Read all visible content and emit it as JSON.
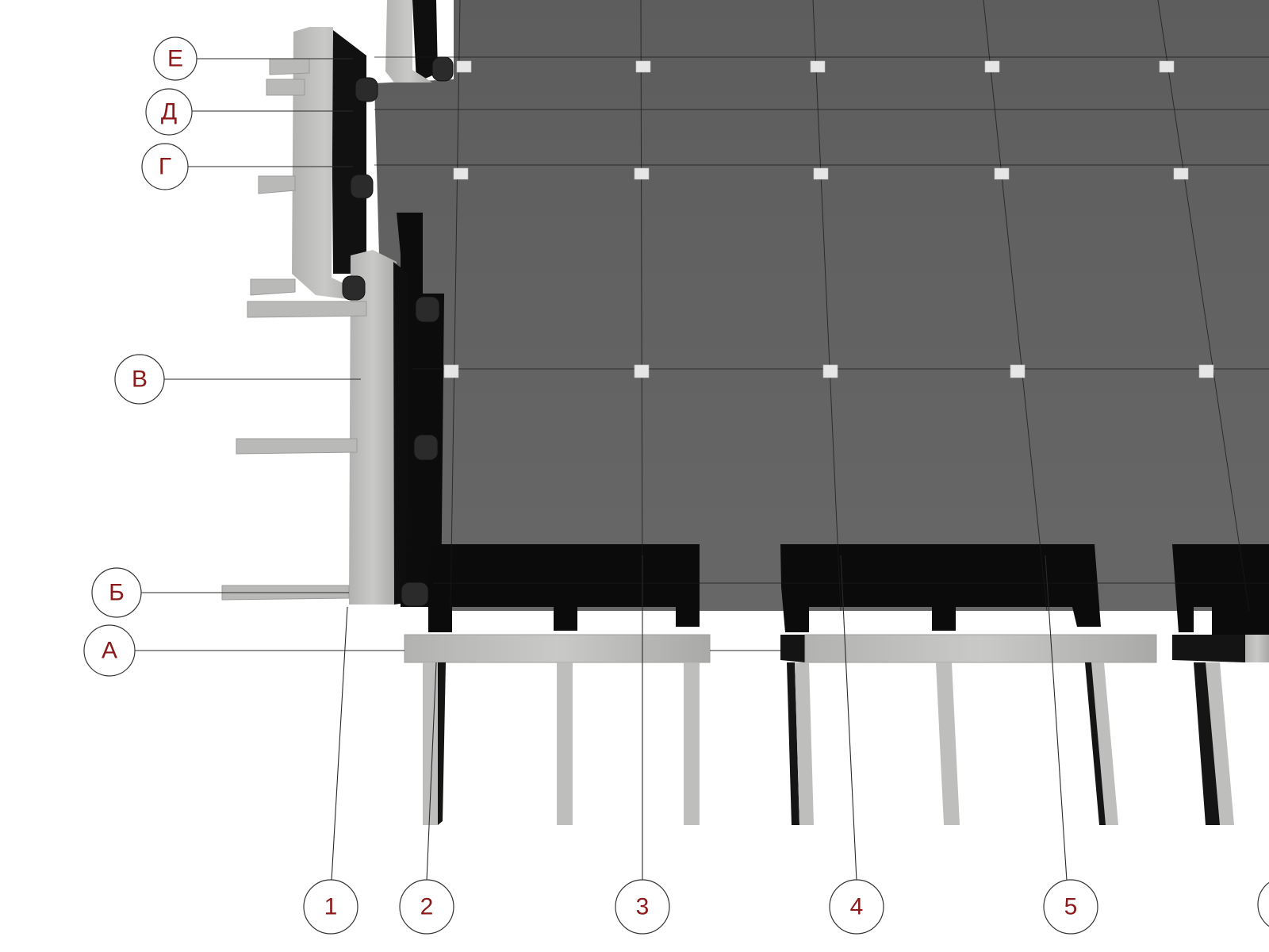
{
  "diagram": {
    "colors": {
      "slab": "#636363",
      "beam": "#0c0c0c",
      "concrete": "#bdbdbb",
      "concrete_dark": "#8f8f8d",
      "label_text": "#8b1a1a",
      "node_marker": "#e4e4e4"
    },
    "row_axes": [
      {
        "label": "Е"
      },
      {
        "label": "Д"
      },
      {
        "label": "Г"
      },
      {
        "label": "В"
      },
      {
        "label": "Б"
      },
      {
        "label": "А"
      }
    ],
    "column_axes": [
      {
        "label": "1"
      },
      {
        "label": "2"
      },
      {
        "label": "3"
      },
      {
        "label": "4"
      },
      {
        "label": "5"
      }
    ]
  }
}
